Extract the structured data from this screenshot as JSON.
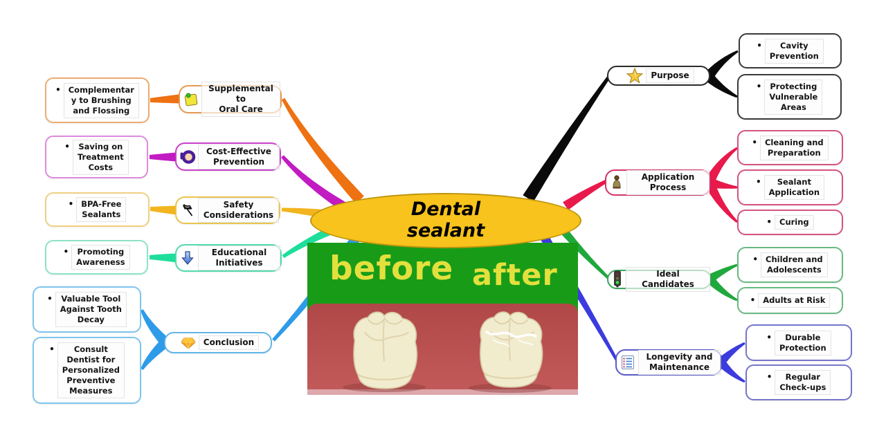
{
  "ui": {
    "bullet": "•"
  },
  "root": {
    "label": "Dental\nsealant",
    "fill": "#F7C31C",
    "border": "#BE940E"
  },
  "center_image": {
    "before_label": "before",
    "after_label": "after",
    "bg_green": "#189C18",
    "base_red": "#BC5252",
    "label_color": "#E3E03E"
  },
  "branches": [
    {
      "label": "Supplemental to\nOral Care",
      "icon": "sticky-note-icon",
      "color": "#EE7112",
      "topic_border": "#E59A53",
      "leaf_border": "#ECAB70",
      "children": [
        {
          "label": "Complementar\ny to Brushing\nand Flossing"
        }
      ]
    },
    {
      "label": "Cost-Effective\nPrevention",
      "icon": "currency-icon",
      "color": "#C21BC2",
      "topic_border": "#C93FC9",
      "leaf_border": "#DE8ADE",
      "children": [
        {
          "label": "Saving on\nTreatment\nCosts"
        }
      ]
    },
    {
      "label": "Safety\nConsiderations",
      "icon": "flag-icon",
      "color": "#F2B51F",
      "topic_border": "#EAC54F",
      "leaf_border": "#EFD083",
      "children": [
        {
          "label": "BPA-Free\nSealants"
        }
      ]
    },
    {
      "label": "Educational\nInitiatives",
      "icon": "down-arrow-icon",
      "color": "#1FDE9B",
      "topic_border": "#52D9AD",
      "leaf_border": "#8BE3C8",
      "children": [
        {
          "label": "Promoting\nAwareness"
        }
      ]
    },
    {
      "label": "Conclusion",
      "icon": "gem-icon",
      "color": "#2E9BE8",
      "topic_border": "#61B5E8",
      "leaf_border": "#7FC4ED",
      "children": [
        {
          "label": "Valuable Tool\nAgainst Tooth\nDecay"
        },
        {
          "label": "Consult\nDentist for\nPersonalized\nPreventive\nMeasures"
        }
      ]
    },
    {
      "label": "Purpose",
      "icon": "star-icon",
      "color": "#0A0A0A",
      "topic_border": "#2A2A2A",
      "leaf_border": "#3A3A3A",
      "children": [
        {
          "label": "Cavity\nPrevention"
        },
        {
          "label": "Protecting\nVulnerable\nAreas"
        }
      ]
    },
    {
      "label": "Application\nProcess",
      "icon": "person-icon",
      "color": "#E8194B",
      "topic_border": "#D4336B",
      "leaf_border": "#D4547E",
      "children": [
        {
          "label": "Cleaning and\nPreparation"
        },
        {
          "label": "Sealant\nApplication"
        },
        {
          "label": "Curing"
        }
      ]
    },
    {
      "label": "Ideal Candidates",
      "icon": "traffic-light-icon",
      "color": "#1FA83C",
      "topic_border": "#3FA35C",
      "leaf_border": "#68B983",
      "children": [
        {
          "label": "Children and\nAdolescents"
        },
        {
          "label": "Adults at Risk"
        }
      ]
    },
    {
      "label": "Longevity and\nMaintenance",
      "icon": "checklist-icon",
      "color": "#3B3BDE",
      "topic_border": "#5B5BC8",
      "leaf_border": "#7575CC",
      "children": [
        {
          "label": "Durable\nProtection"
        },
        {
          "label": "Regular\nCheck-ups"
        }
      ]
    }
  ]
}
